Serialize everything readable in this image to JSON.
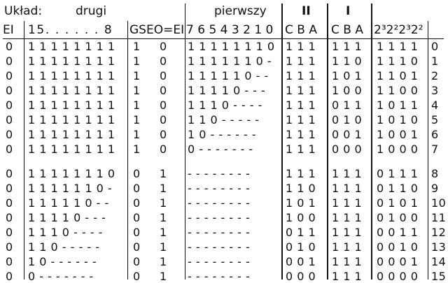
{
  "header": {
    "uklad": "Układ:",
    "drugi": "drugi",
    "pierwszy": "pierwszy",
    "roman2": "II",
    "roman1": "I",
    "h2": {
      "ei": "EI",
      "in_drugi": "15. . . . . . 8",
      "gs": "GS",
      "eo": "EO=EI",
      "in_pierwszy": "7 6 5 4 3 2 1 0",
      "cba2": "C B A",
      "cba1": "C B A",
      "weights": "2³2²2³2²"
    }
  },
  "rows": [
    {
      "ei": "0",
      "drugi": "1 1 1 1 1 1 1 1",
      "gs": "1",
      "eo": "0",
      "pierwszy": "1 1 1 1 1 1 1 0",
      "cba2": "1 1 1",
      "cba1": "1 1 1",
      "out": "1 1 1 1",
      "idx": "0"
    },
    {
      "ei": "0",
      "drugi": "1 1 1 1 1 1 1 1",
      "gs": "1",
      "eo": "0",
      "pierwszy": "1 1 1 1 1 1 0 -",
      "cba2": "1 1 1",
      "cba1": "1 1 0",
      "out": "1 1 1 0",
      "idx": "1"
    },
    {
      "ei": "0",
      "drugi": "1 1 1 1 1 1 1 1",
      "gs": "1",
      "eo": "0",
      "pierwszy": "1 1 1 1 1 0 - -",
      "cba2": "1 1 1",
      "cba1": "1 0 1",
      "out": "1 1 0 1",
      "idx": "2"
    },
    {
      "ei": "0",
      "drugi": "1 1 1 1 1 1 1 1",
      "gs": "1",
      "eo": "0",
      "pierwszy": "1 1 1 1 0 - - -",
      "cba2": "1 1 1",
      "cba1": "1 0 0",
      "out": "1 1 0 0",
      "idx": "3"
    },
    {
      "ei": "0",
      "drugi": "1 1 1 1 1 1 1 1",
      "gs": "1",
      "eo": "0",
      "pierwszy": "1 1 1 0 - - - -",
      "cba2": "1 1 1",
      "cba1": "0 1 1",
      "out": "1 0 1 1",
      "idx": "4"
    },
    {
      "ei": "0",
      "drugi": "1 1 1 1 1 1 1 1",
      "gs": "1",
      "eo": "0",
      "pierwszy": "1 1 0 - - - - -",
      "cba2": "1 1 1",
      "cba1": "0 1 0",
      "out": "1 0 1 0",
      "idx": "5"
    },
    {
      "ei": "0",
      "drugi": "1 1 1 1 1 1 1 1",
      "gs": "1",
      "eo": "0",
      "pierwszy": "1 0 - - - - - -",
      "cba2": "1 1 1",
      "cba1": "0 0 1",
      "out": "1 0 0 1",
      "idx": "6"
    },
    {
      "ei": "0",
      "drugi": "1 1 1 1 1 1 1 1",
      "gs": "1",
      "eo": "0",
      "pierwszy": "0 - - - - - - -",
      "cba2": "1 1 1",
      "cba1": "0 0 0",
      "out": "1 0 0 0",
      "idx": "7"
    },
    {
      "ei": "0",
      "drugi": "1 1 1 1 1 1 1 0",
      "gs": "0",
      "eo": "1",
      "pierwszy": "- - - - - - - -",
      "cba2": "1 1 1",
      "cba1": "1 1 1",
      "out": "0 1 1 1",
      "idx": "8"
    },
    {
      "ei": "0",
      "drugi": "1 1 1 1 1 1 0 -",
      "gs": "0",
      "eo": "1",
      "pierwszy": "- - - - - - - -",
      "cba2": "1 1 0",
      "cba1": "1 1 1",
      "out": "0 1 1 0",
      "idx": "9"
    },
    {
      "ei": "0",
      "drugi": "1 1 1 1 1 0 - -",
      "gs": "0",
      "eo": "1",
      "pierwszy": "- - - - - - - -",
      "cba2": "1 0 1",
      "cba1": "1 1 1",
      "out": "0 1 0 1",
      "idx": "10"
    },
    {
      "ei": "0",
      "drugi": "1 1 1 1 0 - - -",
      "gs": "0",
      "eo": "1",
      "pierwszy": "- - - - - - - -",
      "cba2": "1 0 0",
      "cba1": "1 1 1",
      "out": "0 1 0 0",
      "idx": "11"
    },
    {
      "ei": "0",
      "drugi": "1 1 1 0 - - - -",
      "gs": "0",
      "eo": "1",
      "pierwszy": "- - - - - - - -",
      "cba2": "0 1 1",
      "cba1": "1 1 1",
      "out": "0 0 1 1",
      "idx": "12"
    },
    {
      "ei": "0",
      "drugi": "1 1 0 - - - - -",
      "gs": "0",
      "eo": "1",
      "pierwszy": "- - - - - - - -",
      "cba2": "0 1 0",
      "cba1": "1 1 1",
      "out": "0 0 1 0",
      "idx": "13"
    },
    {
      "ei": "0",
      "drugi": "1 0 - - - - - -",
      "gs": "0",
      "eo": "1",
      "pierwszy": "- - - - - - - -",
      "cba2": "0 0 1",
      "cba1": "1 1 1",
      "out": "0 0 0 1",
      "idx": "14"
    },
    {
      "ei": "0",
      "drugi": "0 - - - - - - -",
      "gs": "0",
      "eo": "1",
      "pierwszy": "- - - - - - - -",
      "cba2": "0 0 0",
      "cba1": "1 1 1",
      "out": "0 0 0 0",
      "idx": "15"
    }
  ]
}
